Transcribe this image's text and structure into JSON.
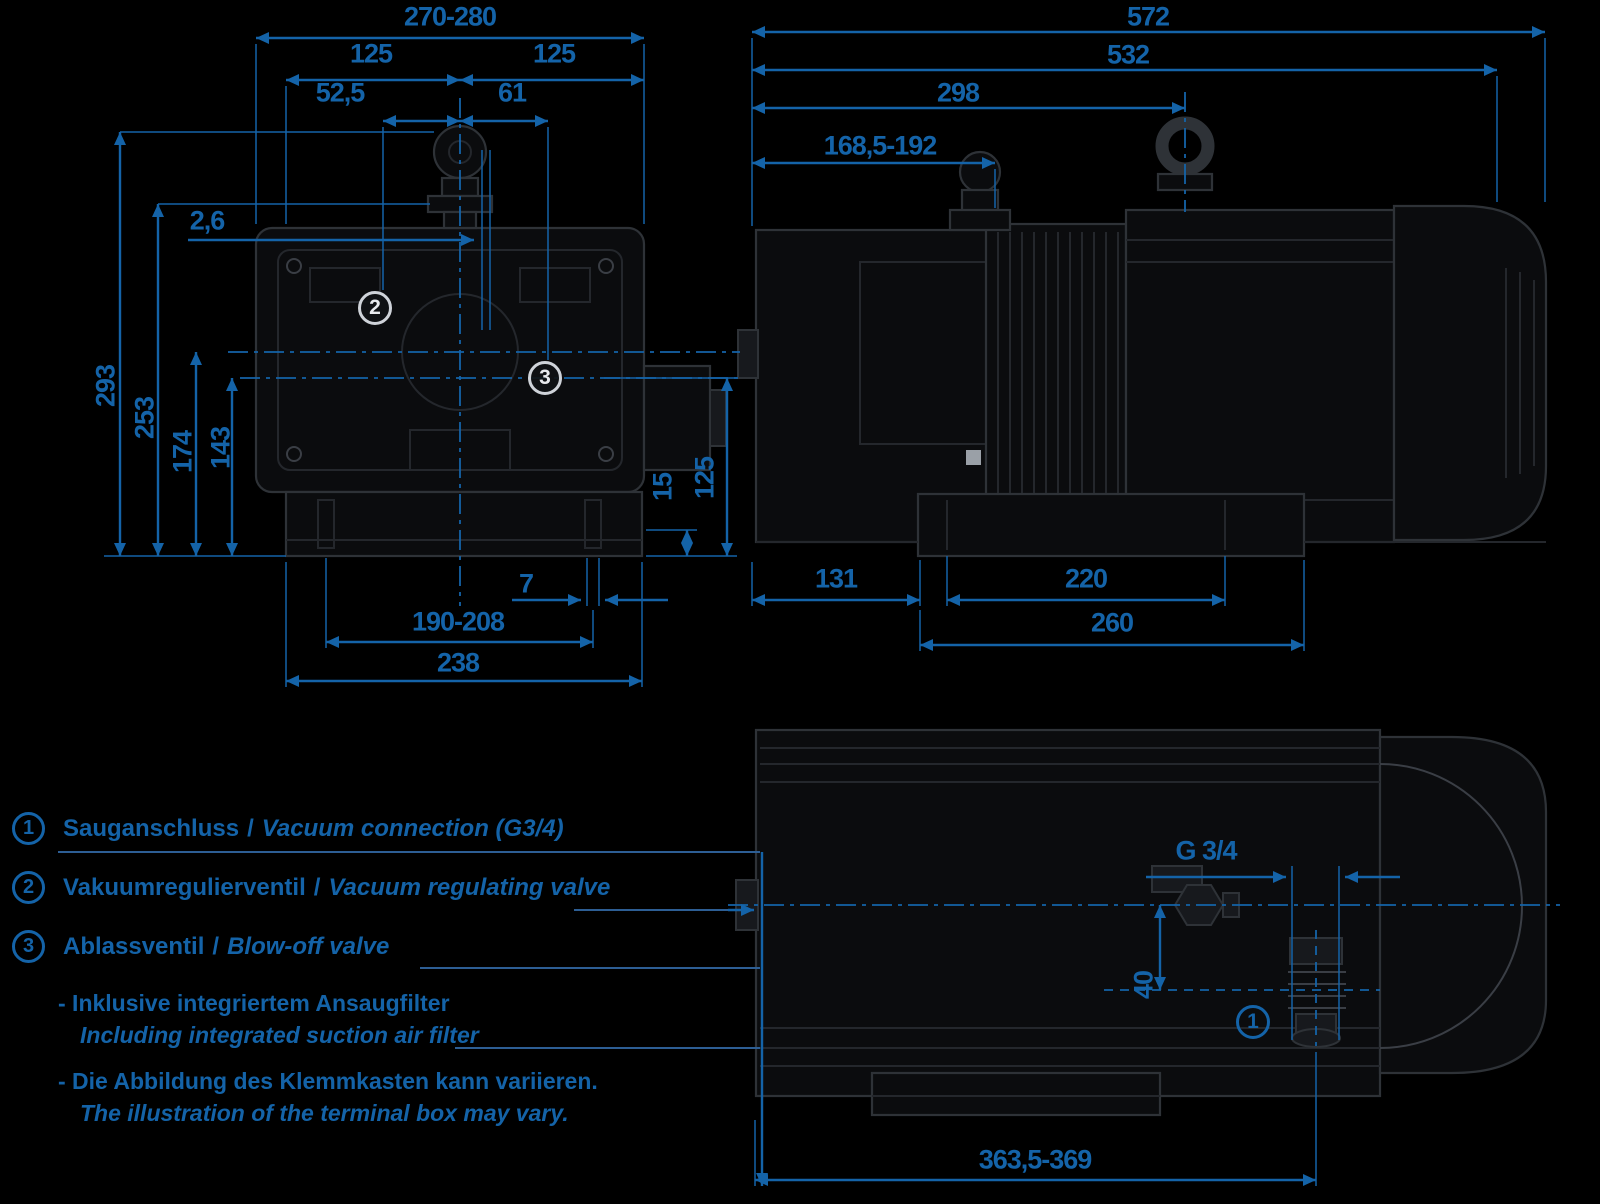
{
  "colors": {
    "background": "#000000",
    "dimension_blue": "#1463a8",
    "leader_blue": "#2d5e94",
    "drawing_gray": "#2e3237",
    "callout_light": "#cfd3d9"
  },
  "front_view": {
    "dims": {
      "total_width": "270-280",
      "half_width_left": "125",
      "half_width_right": "125",
      "valve_left_offset": "52,5",
      "valve_right_offset": "61",
      "fine_offset": "2,6",
      "total_height": "293",
      "valve_height": "253",
      "center_height": "174",
      "port_height": "143",
      "foot_step": "15",
      "port_axis_height": "125",
      "foot_slot_width": "7",
      "foot_hole_span": "190-208",
      "foot_width": "238"
    },
    "callouts": {
      "regulating_valve": "2",
      "blow_off_valve": "3"
    }
  },
  "side_view": {
    "dims": {
      "total_length": "572",
      "body_length": "532",
      "eyebolt_position": "298",
      "valve_position": "168,5-192",
      "foot_offset": "131",
      "foot_hole_span": "220",
      "foot_length": "260"
    }
  },
  "top_view": {
    "dims": {
      "port_thread": "G 3/4",
      "port_axis_offset": "40",
      "valve_axis_position": "363,5-369"
    },
    "callouts": {
      "vacuum_connection": "1"
    }
  },
  "legend": {
    "separator": "/",
    "items": [
      {
        "num": "1",
        "de": "Sauganschluss",
        "en": "Vacuum connection (G3/4)"
      },
      {
        "num": "2",
        "de": "Vakuumregulierventil",
        "en": "Vacuum regulating valve"
      },
      {
        "num": "3",
        "de": "Ablassventil",
        "en": "Blow-off valve"
      }
    ],
    "notes": [
      {
        "de": "- Inklusive integriertem Ansaugfilter",
        "en": "Including integrated suction air filter"
      },
      {
        "de": "- Die Abbildung des Klemmkasten kann variieren.",
        "en": "The illustration of the terminal box may vary."
      }
    ]
  }
}
